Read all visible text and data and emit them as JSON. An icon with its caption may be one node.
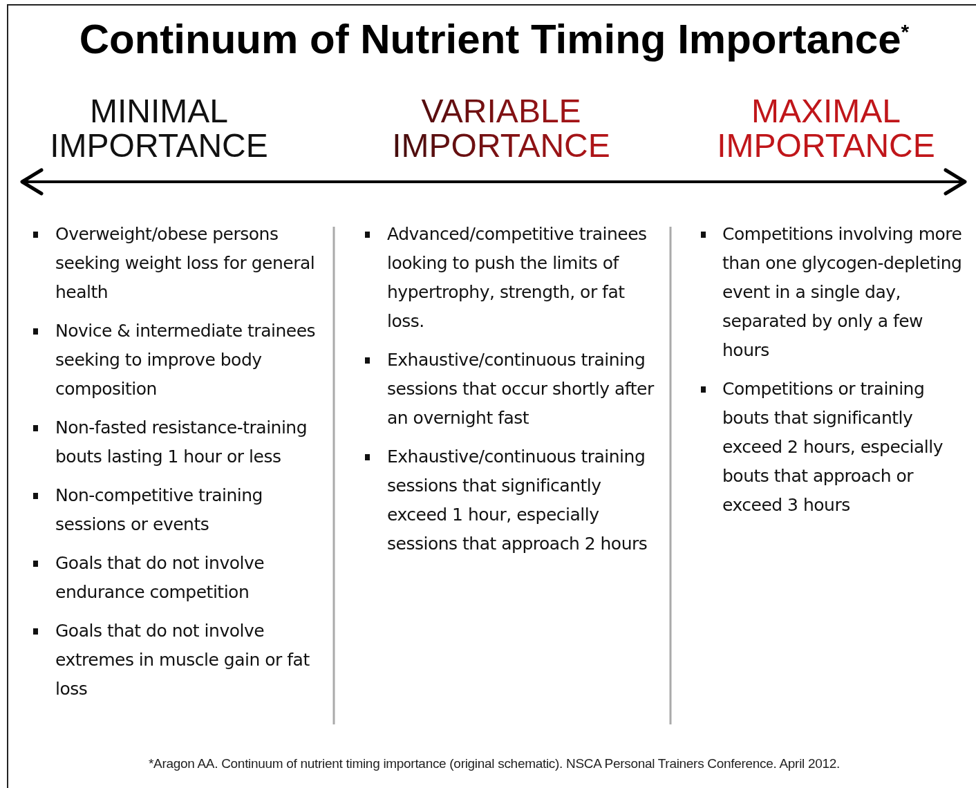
{
  "diagram": {
    "title": "Continuum of Nutrient Timing Importance$^{*}$",
    "caption": "*Aragon AA. Continuum of nutrient timing importance (original schematic). NSCA Personal Trainers Conference. April 2012.",
    "labels": [
      "MINIMAL IMPORTANCE",
      "VARIABLE IMPORTANCE",
      "MAXIMAL IMPORTANCE",
      "Overweight/obese persons seeking weight loss for general health",
      "Novice & intermediate trainees seeking to improve body composition",
      "Non-fasted resistance-training bouts lasting 1 hour or less",
      "Non-competitive training sessions or events",
      "Goals that do not involve endurance competition",
      "Goals that do not involve extremes in muscle gain or fat loss",
      "Advanced/competitive trainees looking to push the limits of hypertrophy, strength, or fat loss.",
      "Exhaustive/continuous training sessions that occur shortly after an overnight fast",
      "Exhaustive/continuous training sessions that significantly exceed 1 hour, especially sessions that approach 2 hours",
      "Competitions involving more than one glycogen-depleting event in a single day, separated by only a few hours",
      "Competitions or training bouts that significantly exceed 2 hours, especially bouts that approach or exceed 3 hours"
    ]
  }
}
